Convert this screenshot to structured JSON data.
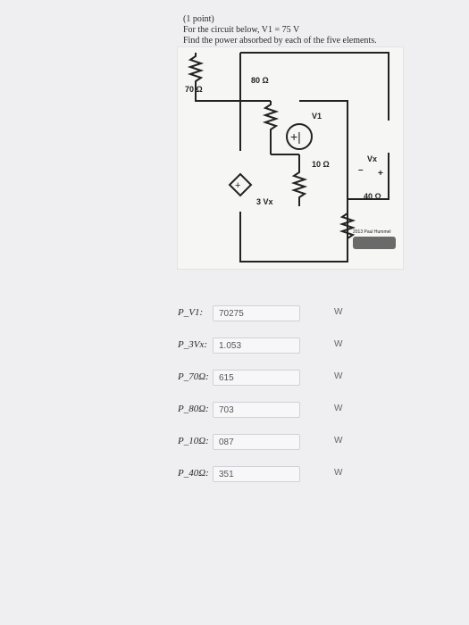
{
  "problem": {
    "points": "(1 point)",
    "line1": "For the circuit below, V1 = 75 V",
    "line2": "Find the power absorbed by each of the five elements."
  },
  "circuit": {
    "source_label": "V1",
    "r80": "80 Ω",
    "r70": "70 Ω",
    "r10": "10 Ω",
    "r40": "40 Ω",
    "vx": "Vx",
    "minus": "–",
    "plus": "+",
    "dep_label": "3 Vx",
    "credit": "2013 Paul Hummel"
  },
  "answers": [
    {
      "label": "P_V1:",
      "value": "70275",
      "unit": "W"
    },
    {
      "label": "P_3Vx:",
      "value": "1.053",
      "unit": "W"
    },
    {
      "label": "P_70Ω:",
      "value": "615",
      "unit": "W"
    },
    {
      "label": "P_80Ω:",
      "value": "703",
      "unit": "W"
    },
    {
      "label": "P_10Ω:",
      "value": "087",
      "unit": "W"
    },
    {
      "label": "P_40Ω:",
      "value": "351",
      "unit": "W"
    }
  ]
}
